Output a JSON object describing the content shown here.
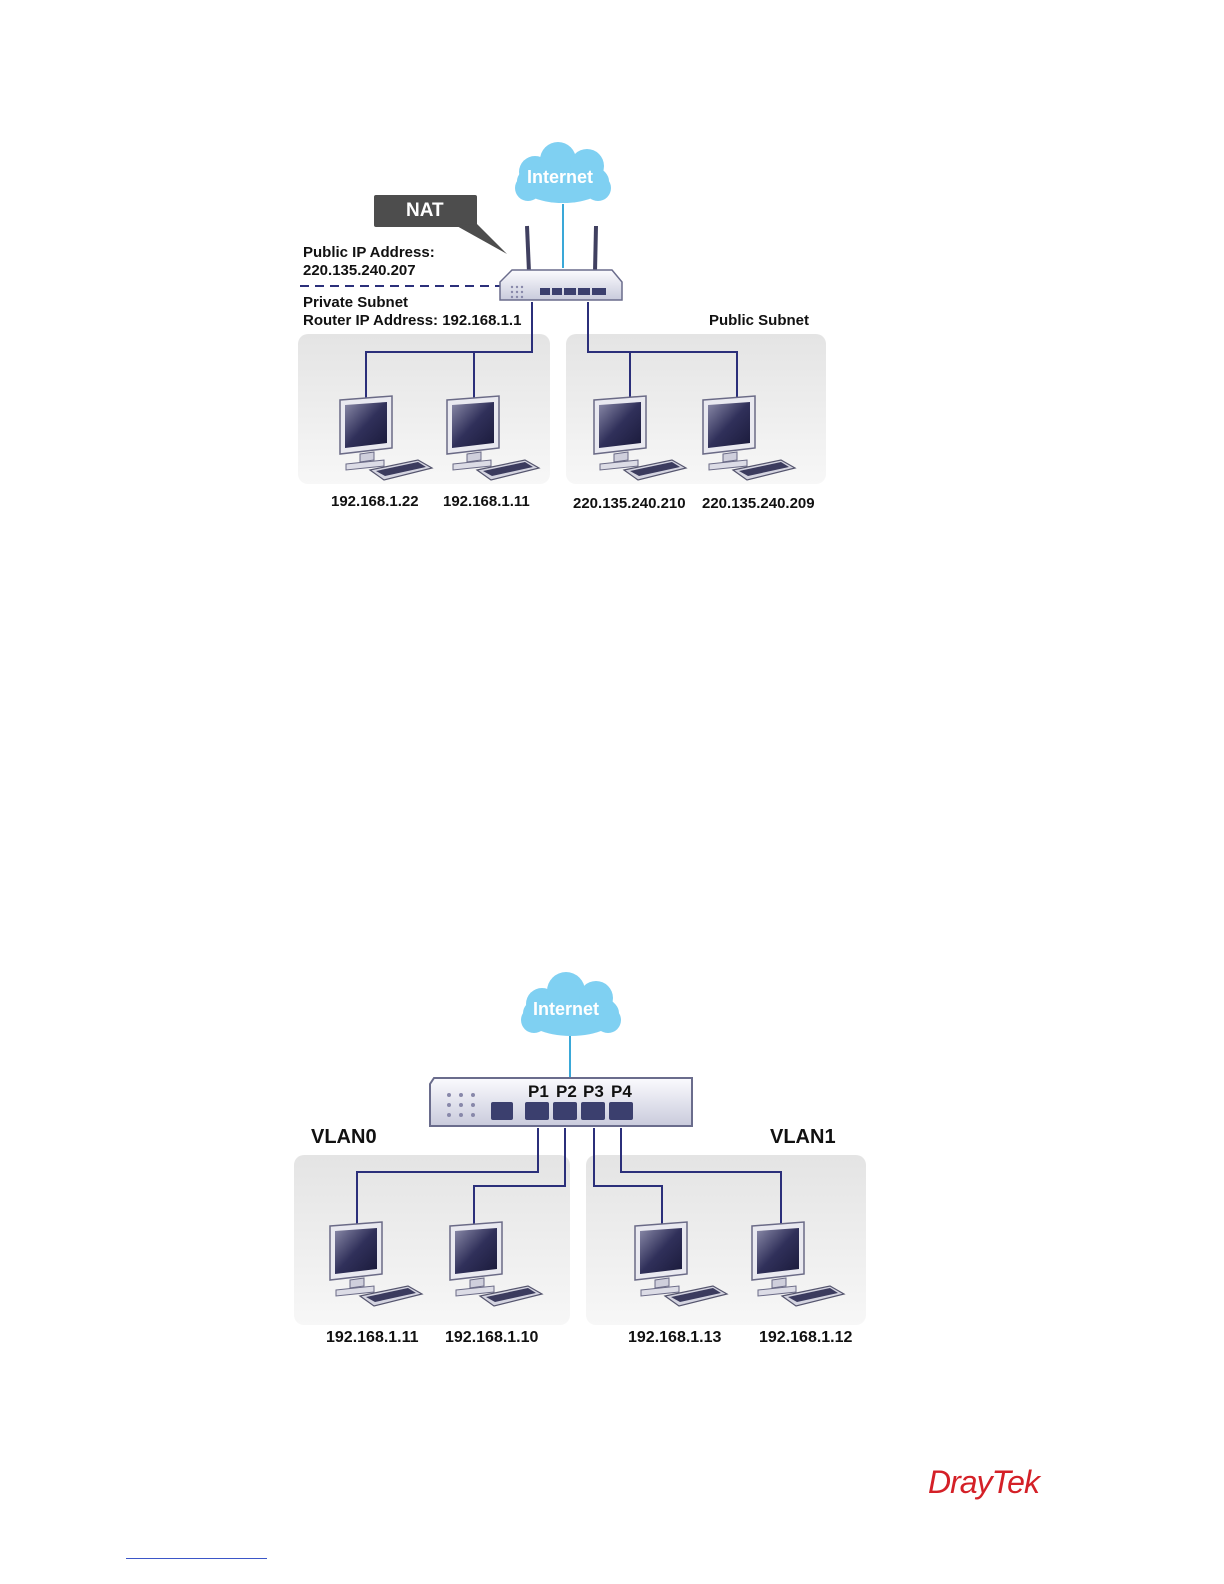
{
  "diagram1": {
    "internet": "Internet",
    "nat": "NAT",
    "public_ip_label": "Public IP Address:",
    "public_ip_value": "220.135.240.207",
    "private_subnet": "Private Subnet",
    "router_ip": "Router IP Address: 192.168.1.1",
    "public_subnet": "Public Subnet",
    "hosts": [
      "192.168.1.22",
      "192.168.1.11",
      "220.135.240.210",
      "220.135.240.209"
    ]
  },
  "diagram2": {
    "internet": "Internet",
    "ports": [
      "P1",
      "P2",
      "P3",
      "P4"
    ],
    "vlan0": "VLAN0",
    "vlan1": "VLAN1",
    "hosts": [
      "192.168.1.11",
      "192.168.1.10",
      "192.168.1.13",
      "192.168.1.12"
    ]
  },
  "footer": {
    "logo": "DrayTek"
  },
  "colors": {
    "link": "#2b2f7a",
    "cloud": "#7fd0f2",
    "uplink": "#3aa8d8",
    "zone": "#eeeeee",
    "logo": "#d42027"
  }
}
